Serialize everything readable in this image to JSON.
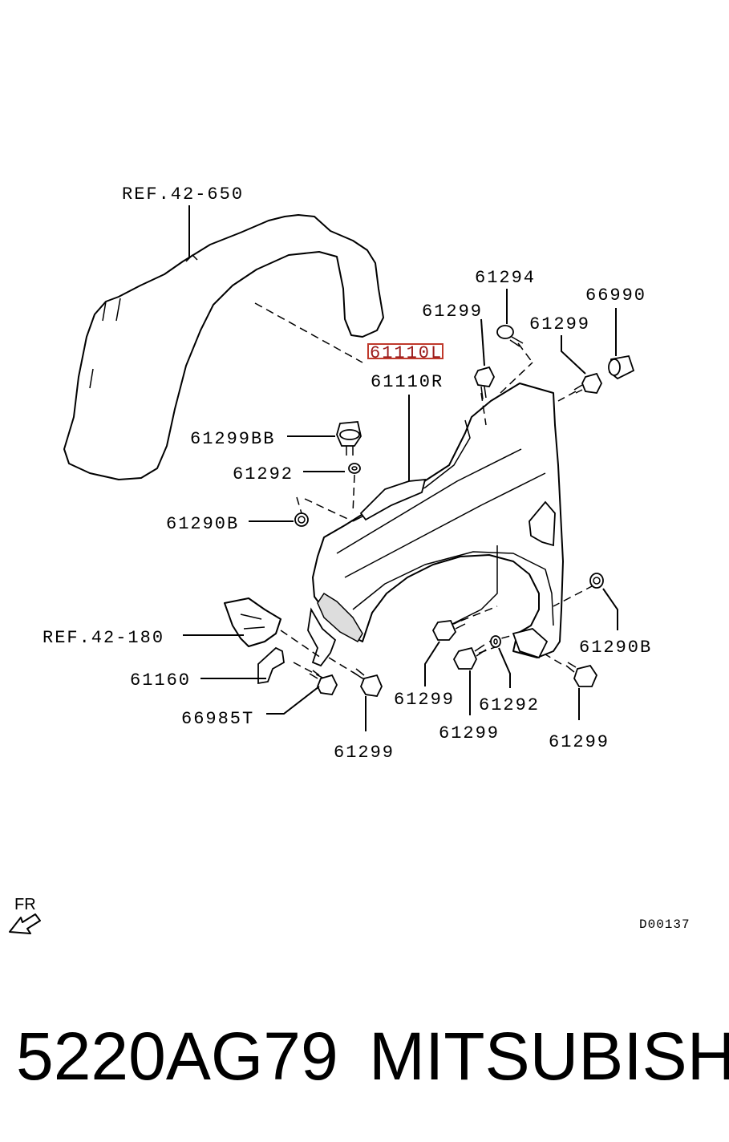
{
  "labels": {
    "ref_42_650": "REF.42-650",
    "p61110L": "61110L",
    "p61110R": "61110R",
    "p61294": "61294",
    "p61299_top": "61299",
    "p61299_right": "61299",
    "p66990": "66990",
    "p61299BB": "61299BB",
    "p61292_left": "61292",
    "p61290B_left": "61290B",
    "ref_42_180": "REF.42-180",
    "p61160": "61160",
    "p66985T": "66985T",
    "p61299_bl": "61299",
    "p61299_mid1": "61299",
    "p61292_right": "61292",
    "p61299_mid2": "61299",
    "p61290B_right": "61290B",
    "p61299_br": "61299"
  },
  "highlight_color": "#c0392b",
  "front_indicator": {
    "label": "FR",
    "icon": "arrow-front-icon"
  },
  "diagram_code": "D00137",
  "footer": {
    "part_number": "5220AG79",
    "brand": "MITSUBISHI"
  }
}
